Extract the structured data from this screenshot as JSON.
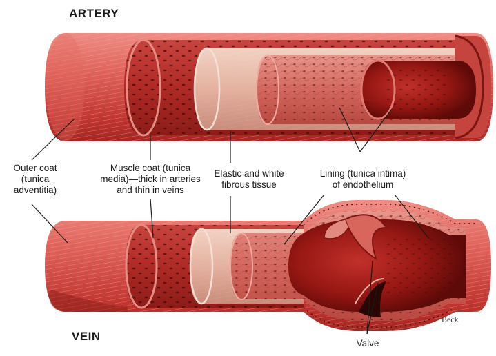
{
  "titles": {
    "artery": "ARTERY",
    "vein": "VEIN"
  },
  "labels": {
    "outer_coat": [
      "Outer coat",
      "(tunica",
      "adventitia)"
    ],
    "muscle_coat": [
      "Muscle coat (tunica",
      "media)—thick in arteries",
      "and thin in veins"
    ],
    "elastic": [
      "Elastic and white",
      "fibrous tissue"
    ],
    "lining": [
      "Lining (tunica intima)",
      "of endothelium"
    ],
    "valve": "Valve"
  },
  "signature": "Beck",
  "colors": {
    "outer": "#d9534f",
    "muscle": "#b8302c",
    "elastic": "#e6b7a3",
    "intima": "#d9736a",
    "lumen": "#8e1410",
    "lines": "#1a1a1a"
  }
}
